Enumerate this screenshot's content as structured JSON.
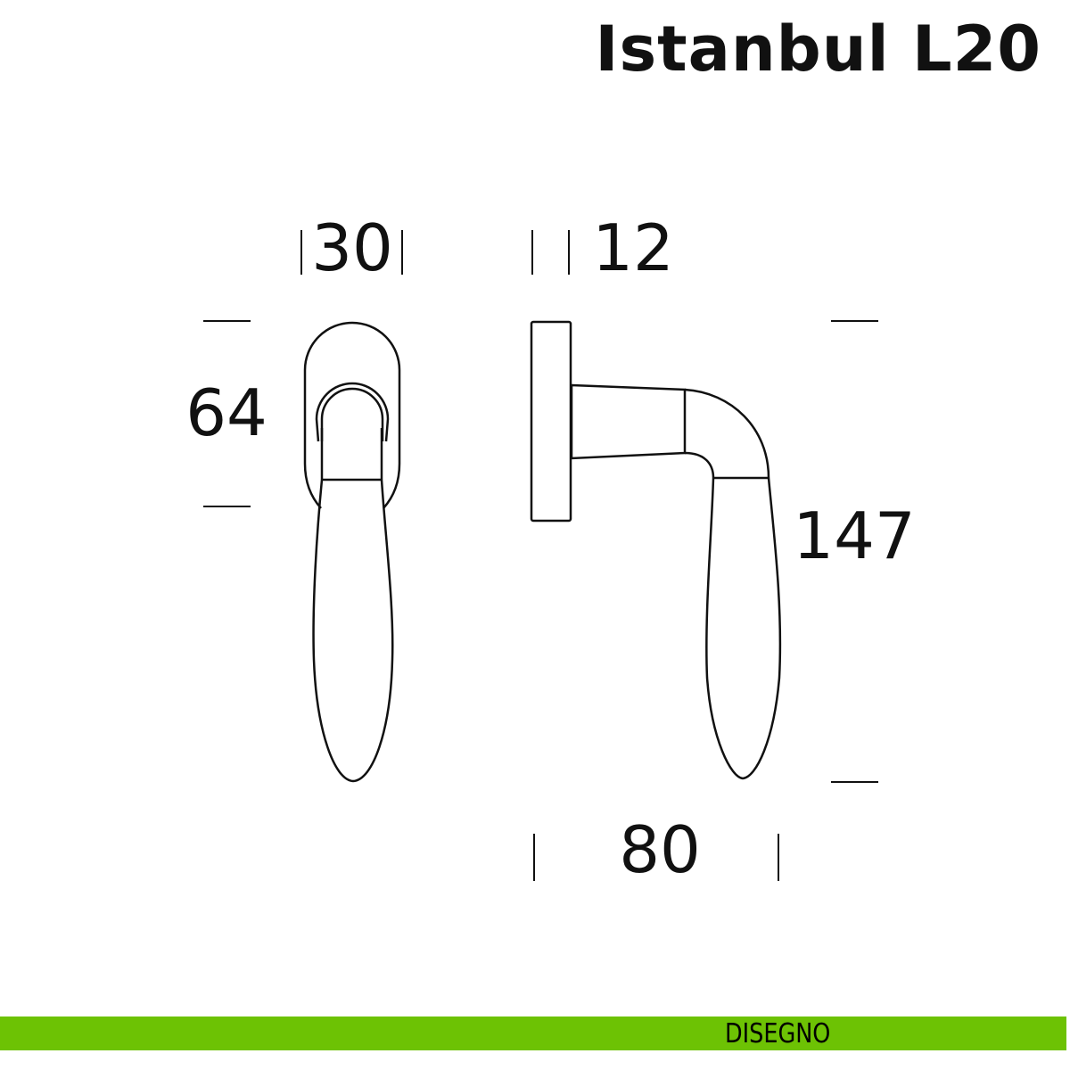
{
  "header": {
    "title": "Istanbul L20"
  },
  "dimensions": {
    "rosette_width": "30",
    "rosette_depth": "12",
    "rosette_height": "64",
    "handle_length": "147",
    "projection": "80"
  },
  "footer": {
    "label": "DISEGNO",
    "color": "#6DC204"
  }
}
